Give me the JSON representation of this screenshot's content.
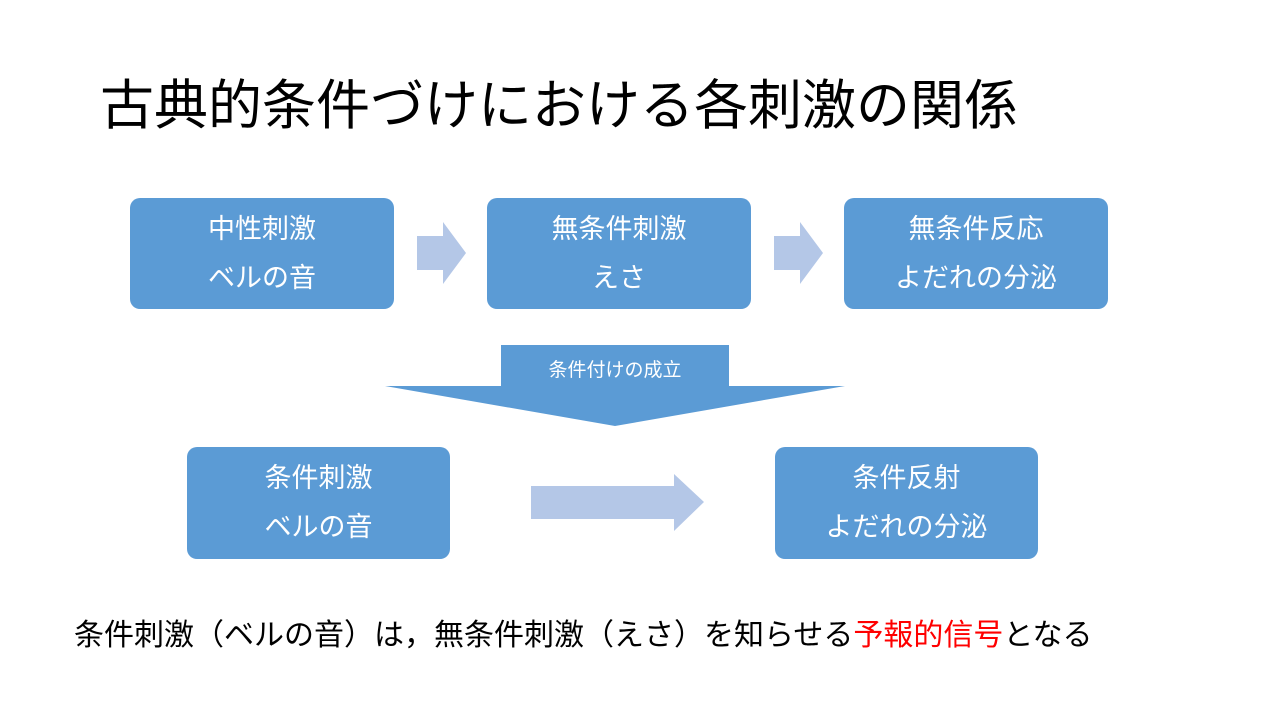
{
  "title": "古典的条件づけにおける各刺激の関係",
  "colors": {
    "box_fill": "#5b9bd5",
    "arrow_fill": "#b4c7e7",
    "text_white": "#ffffff",
    "highlight_red": "#ff0000"
  },
  "top_row": {
    "neutral_stimulus": {
      "line1": "中性刺激",
      "line2": "ベルの音"
    },
    "unconditioned_stimulus": {
      "line1": "無条件刺激",
      "line2": "えさ"
    },
    "unconditioned_response": {
      "line1": "無条件反応",
      "line2": "よだれの分泌"
    }
  },
  "down_arrow_label": "条件付けの成立",
  "bottom_row": {
    "conditioned_stimulus": {
      "line1": "条件刺激",
      "line2": "ベルの音"
    },
    "conditioned_response": {
      "line1": "条件反射",
      "line2": "よだれの分泌"
    }
  },
  "footer": {
    "text_before": "条件刺激（ベルの音）は，無条件刺激（えさ）を知らせる",
    "highlight": "予報的信号",
    "text_after": "となる"
  }
}
